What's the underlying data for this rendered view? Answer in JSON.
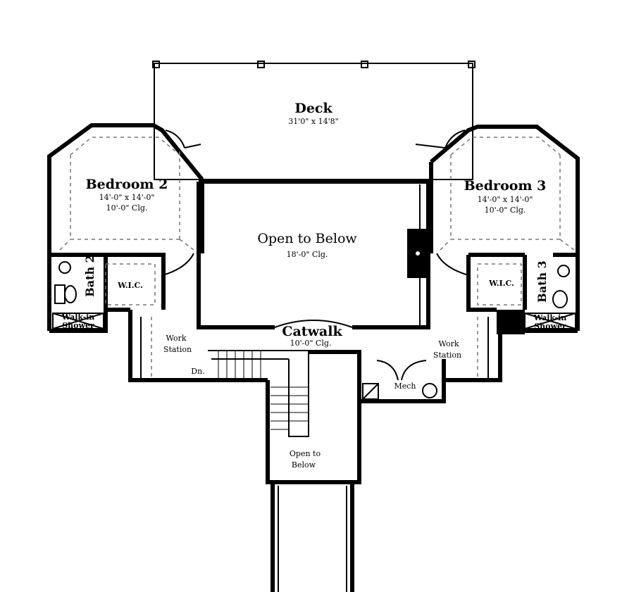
{
  "deck": {
    "name": "Deck",
    "size": "31'0\" x 14'8\""
  },
  "bedroom2": {
    "name": "Bedroom 2",
    "size": "14'-0\" x 14'-0\"",
    "ceiling": "10'-0\" Clg."
  },
  "bedroom3": {
    "name": "Bedroom 3",
    "size": "14'-0\" x 14'-0\"",
    "ceiling": "10'-0\" Clg."
  },
  "open_to_below": {
    "name": "Open to Below",
    "ceiling": "18'-0\" Clg."
  },
  "bath2": "Bath 2",
  "bath3": "Bath 3",
  "wic_left": "W.I.C.",
  "wic_right": "W.I.C.",
  "shower_left": {
    "line1": "Walk-in",
    "line2": "Shower"
  },
  "shower_right": {
    "line1": "Walk-in",
    "line2": "Shower"
  },
  "work_left": {
    "line1": "Work",
    "line2": "Station"
  },
  "work_right": {
    "line1": "Work",
    "line2": "Station"
  },
  "catwalk": {
    "name": "Catwalk",
    "ceiling": "10'-0\" Clg."
  },
  "stairs_down": "Dn.",
  "mech": "Mech",
  "stair_open": {
    "line1": "Open to",
    "line2": "Below"
  }
}
